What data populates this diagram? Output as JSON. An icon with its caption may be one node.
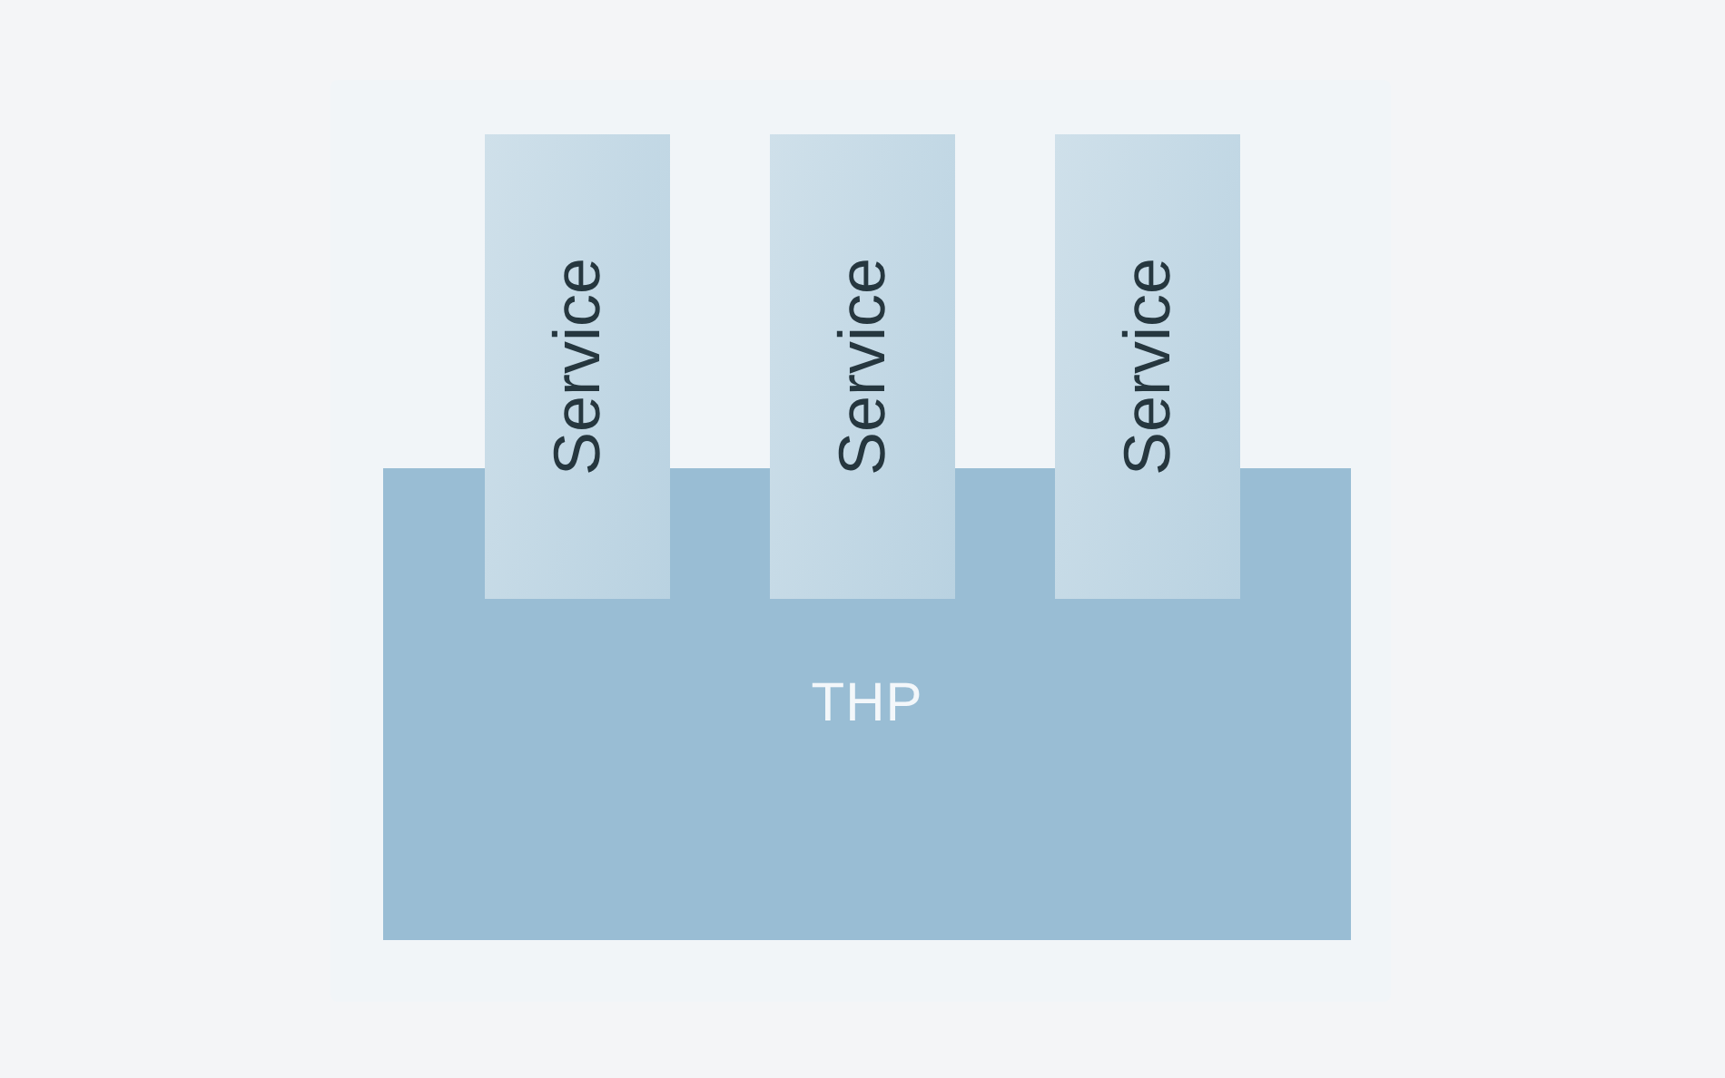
{
  "diagram": {
    "nodes": [
      {
        "text": [
          "Service"
        ]
      },
      {
        "text": [
          "Service"
        ]
      },
      {
        "text": [
          "Service"
        ]
      },
      {
        "text": [
          "THP"
        ]
      }
    ]
  }
}
